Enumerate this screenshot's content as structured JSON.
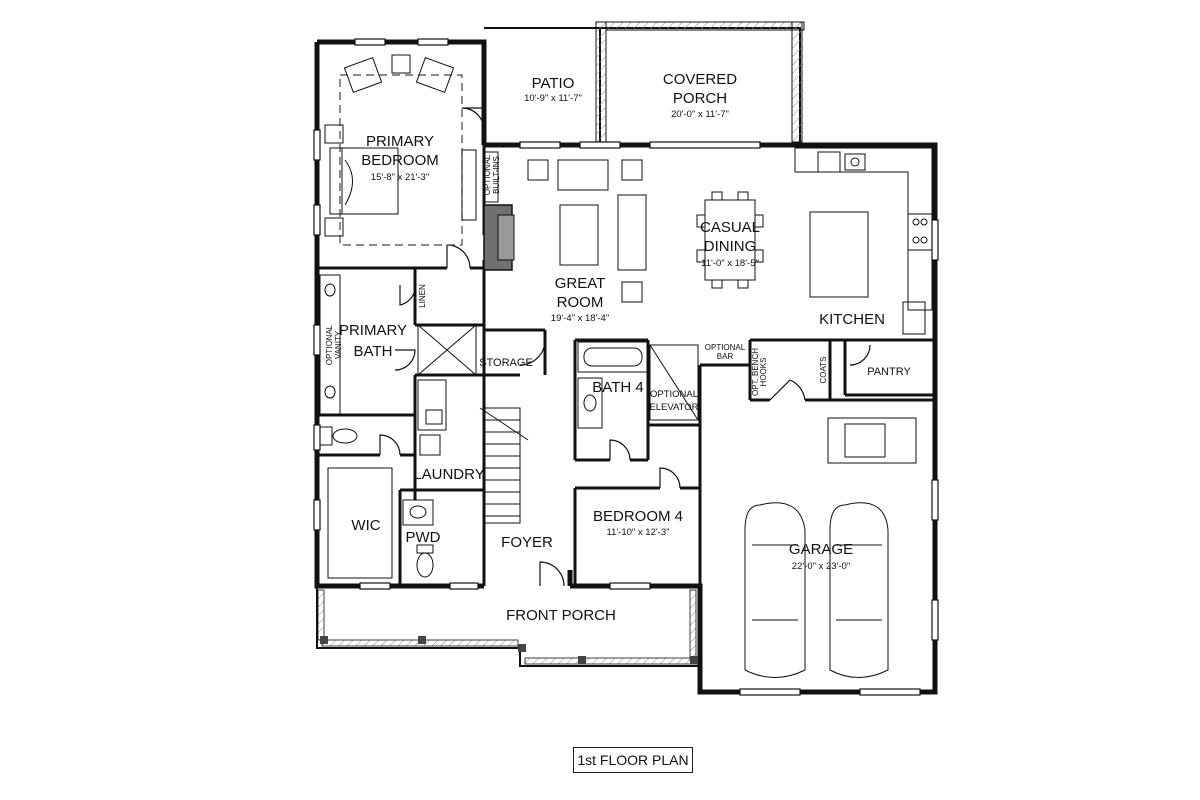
{
  "plan_title": "1st FLOOR PLAN",
  "rooms": {
    "patio": {
      "name": "PATIO",
      "dim": "10'-9\" x 11'-7\""
    },
    "covered_porch": {
      "name_1": "COVERED",
      "name_2": "PORCH",
      "dim": "20'-0\" x 11'-7\""
    },
    "primary_bedroom": {
      "name_1": "PRIMARY",
      "name_2": "BEDROOM",
      "dim": "15'-8\" x 21'-3\""
    },
    "great_room": {
      "name_1": "GREAT",
      "name_2": "ROOM",
      "dim": "19'-4\" x 18'-4\""
    },
    "casual_dining": {
      "name_1": "CASUAL",
      "name_2": "DINING",
      "dim": "11'-0\" x 18'-5\""
    },
    "kitchen": {
      "name": "KITCHEN"
    },
    "primary_bath": {
      "name_1": "PRIMARY",
      "name_2": "BATH"
    },
    "storage": {
      "name": "STORAGE"
    },
    "bath_4": {
      "name": "BATH 4"
    },
    "optional_elevator": {
      "name_1": "OPTIONAL",
      "name_2": "ELEVATOR"
    },
    "pantry": {
      "name": "PANTRY"
    },
    "laundry": {
      "name": "LAUNDRY"
    },
    "wic": {
      "name": "WIC"
    },
    "pwd": {
      "name": "PWD"
    },
    "foyer": {
      "name": "FOYER"
    },
    "bedroom_4": {
      "name": "BEDROOM 4",
      "dim": "11'-10\" x 12'-3\""
    },
    "garage": {
      "name": "GARAGE",
      "dim": "22'-0\" x 23'-0\""
    },
    "front_porch": {
      "name": "FRONT PORCH"
    }
  },
  "notes": {
    "optional_built_ins_1": "OPTIONAL",
    "optional_built_ins_2": "BUILT-INS",
    "linen": "LINEN",
    "optional_vanity_1": "OPTIONAL",
    "optional_vanity_2": "VANITY",
    "optional_bar_1": "OPTIONAL",
    "optional_bar_2": "BAR",
    "opt_bench_1": "OPT. BENCH",
    "opt_bench_2": "HOOKS",
    "coats": "COATS"
  },
  "colors": {
    "wall": "#111111",
    "fireplace": "#707070",
    "fixture": "#333333",
    "dashed": "#444444"
  }
}
